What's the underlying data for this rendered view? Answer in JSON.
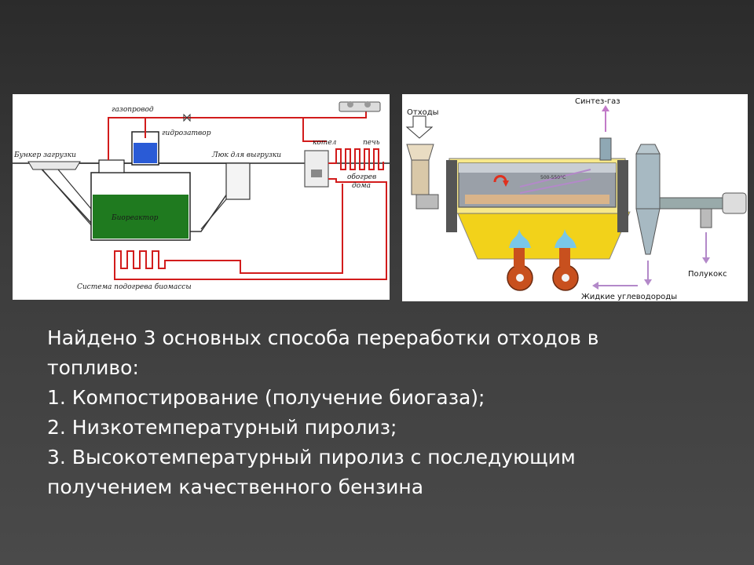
{
  "biogas_diagram": {
    "labels": {
      "gas_pipe": "газопровод",
      "water_seal": "гидрозатвор",
      "loading_bunker": "Бункер загрузки",
      "unloading_hatch": "Люк для выгрузки",
      "boiler": "котел",
      "stove": "печь",
      "house_heating_line1": "обогрев",
      "house_heating_line2": "дома",
      "bioreactor": "Биореактор",
      "heating_system": "Система подогрева биомассы"
    }
  },
  "pyrolysis_diagram": {
    "labels": {
      "waste": "Отходы",
      "syngas": "Синтез-газ",
      "temperature": "500-550°C",
      "semicoke": "Полукокс",
      "liquid_hydrocarbons": "Жидкие углеводороды"
    }
  },
  "caption": {
    "line1": "Найдено 3 основных способа переработки отходов в",
    "line2": "топливо:",
    "line3": "1. Компостирование (получение биогаза);",
    "line4": "2. Низкотемпературный пиролиз;",
    "line5": "3. Высокотемпературный пиролиз с последующим",
    "line6": "получением качественного бензина"
  }
}
